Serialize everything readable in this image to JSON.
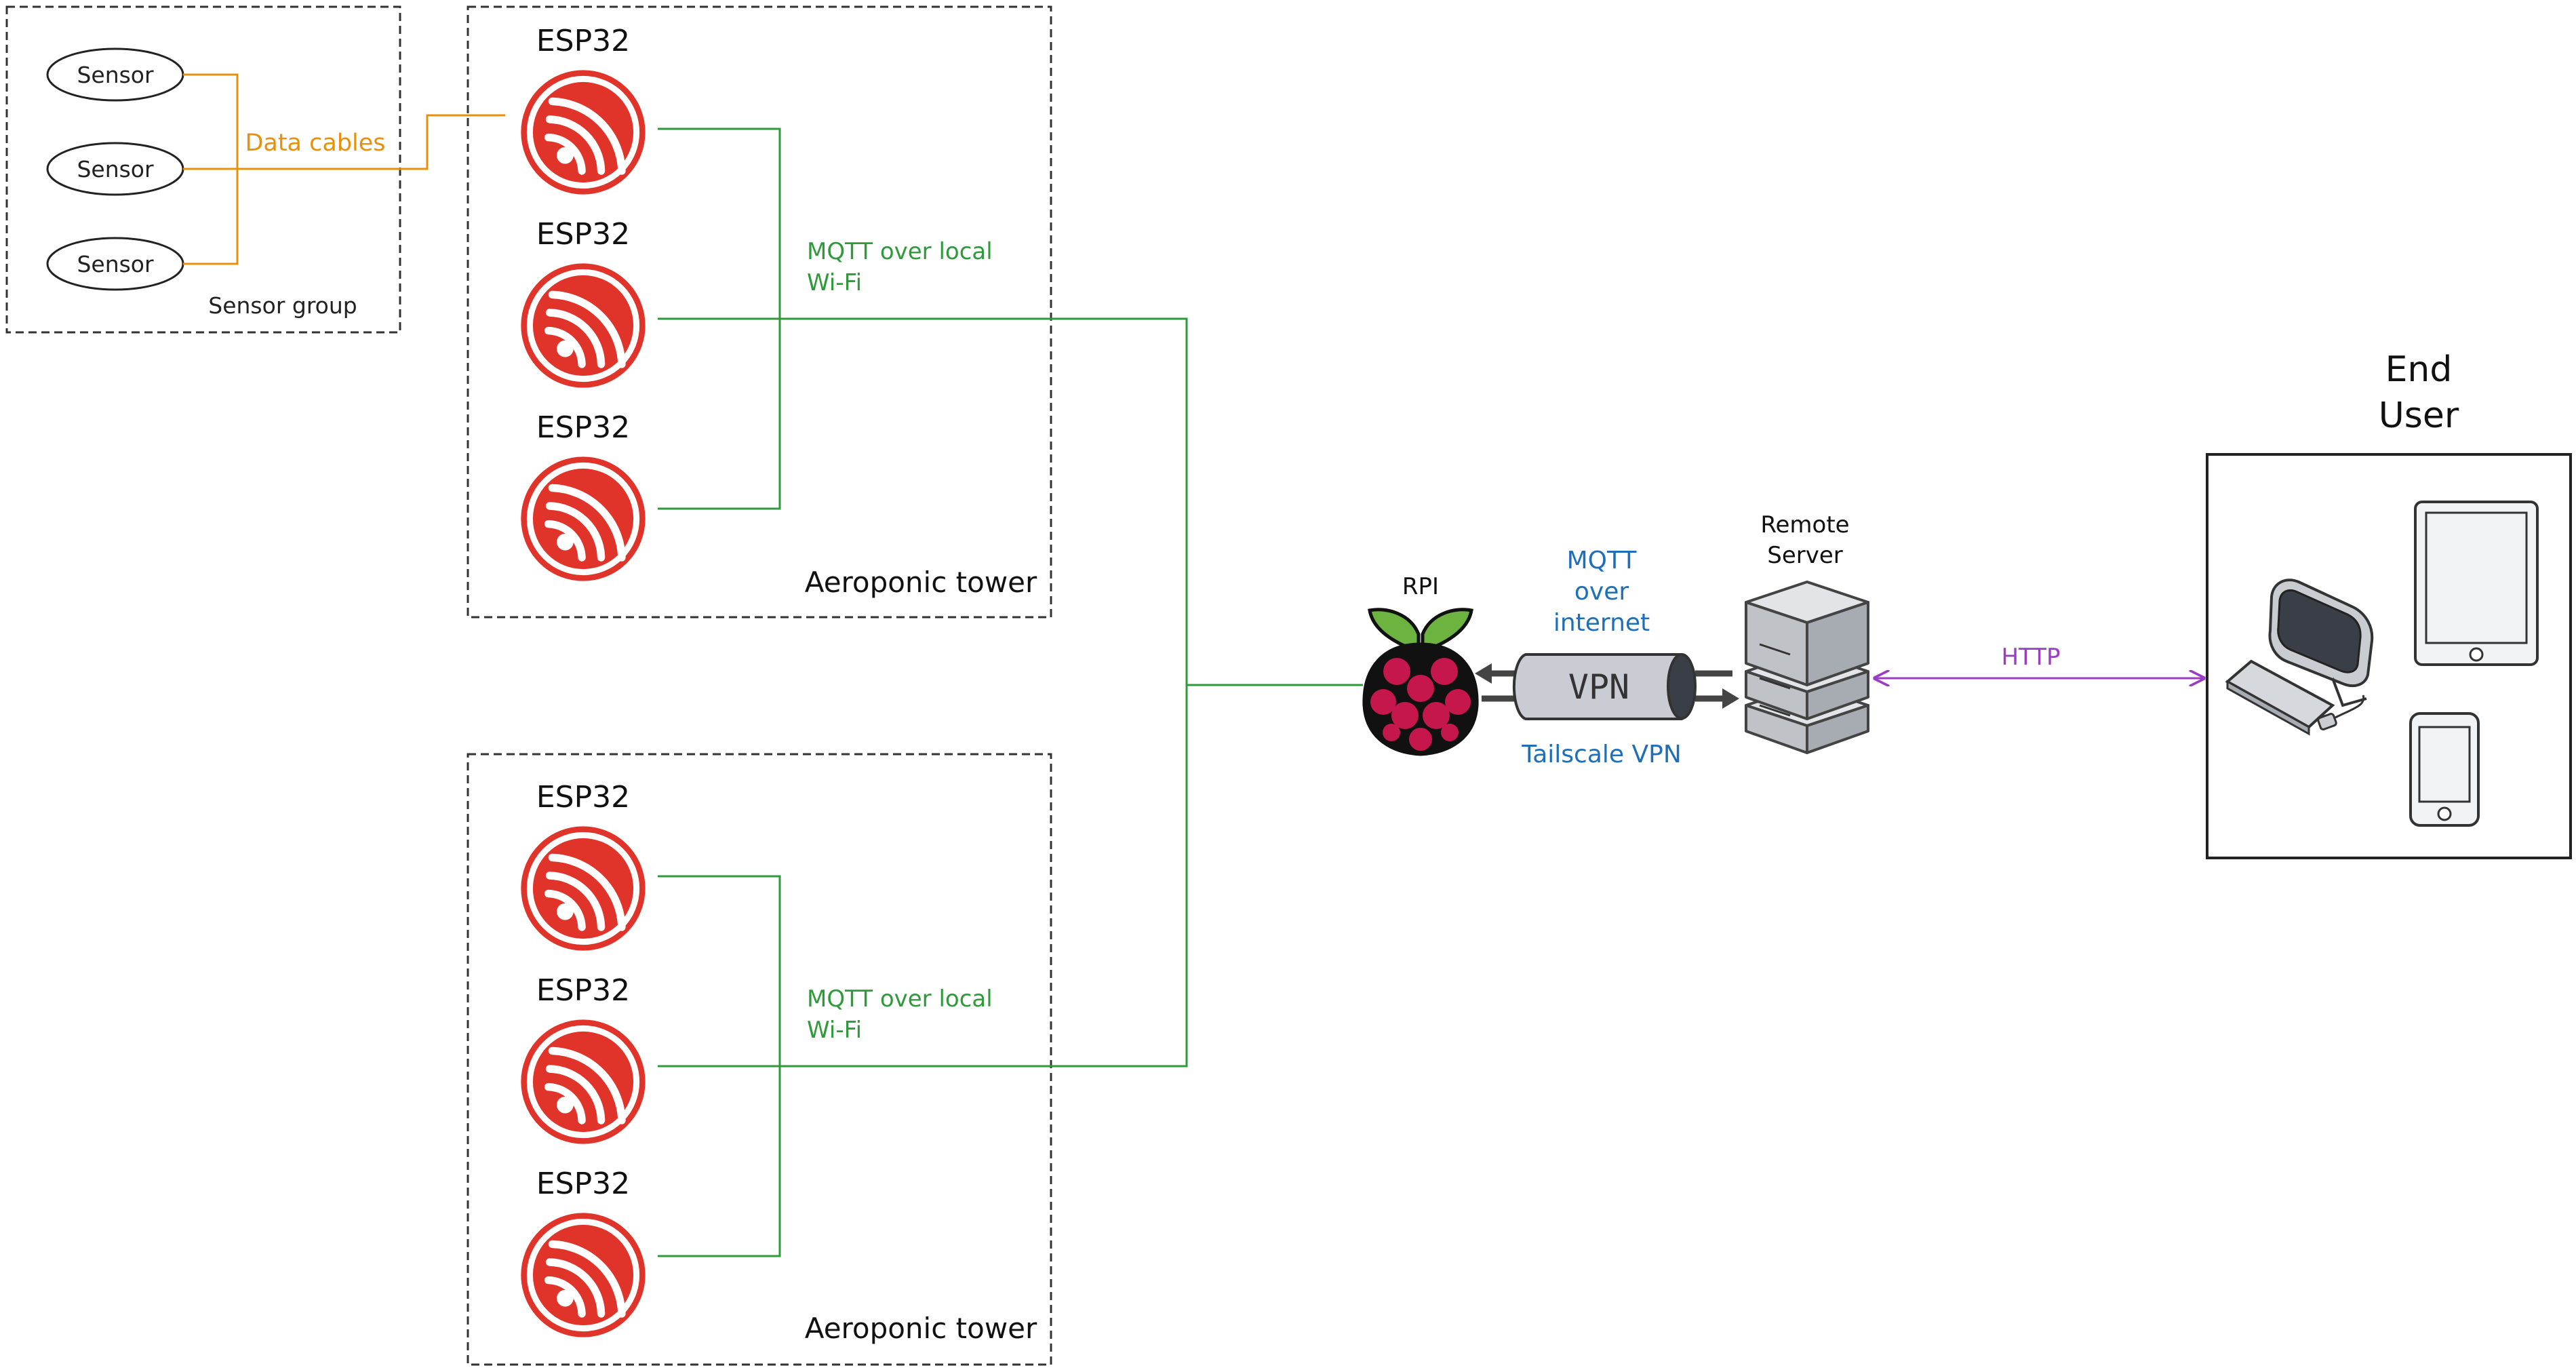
{
  "sensor_group": {
    "sensors": [
      "Sensor",
      "Sensor",
      "Sensor"
    ],
    "label": "Sensor group",
    "cable_label": "Data cables"
  },
  "towers": [
    {
      "label": "Aeroponic tower",
      "link_label_line1": "MQTT over local",
      "link_label_line2": "Wi-Fi",
      "boards": [
        "ESP32",
        "ESP32",
        "ESP32"
      ]
    },
    {
      "label": "Aeroponic tower",
      "link_label_line1": "MQTT over local",
      "link_label_line2": "Wi-Fi",
      "boards": [
        "ESP32",
        "ESP32",
        "ESP32"
      ]
    }
  ],
  "rpi": {
    "label": "RPI"
  },
  "vpn": {
    "tunnel_text": "VPN",
    "top_label": [
      "MQTT",
      "over",
      "internet"
    ],
    "bottom_label": "Tailscale VPN"
  },
  "server": {
    "label_line1": "Remote",
    "label_line2": "Server"
  },
  "http": {
    "label": "HTTP"
  },
  "end_user": {
    "label_line1": "End",
    "label_line2": "User"
  },
  "colors": {
    "orange": "#E8900C",
    "green": "#2E9A3A",
    "blue": "#1F6FB8",
    "purple": "#9B3DC4",
    "esp_red": "#E0342B",
    "dashed": "#333333"
  }
}
